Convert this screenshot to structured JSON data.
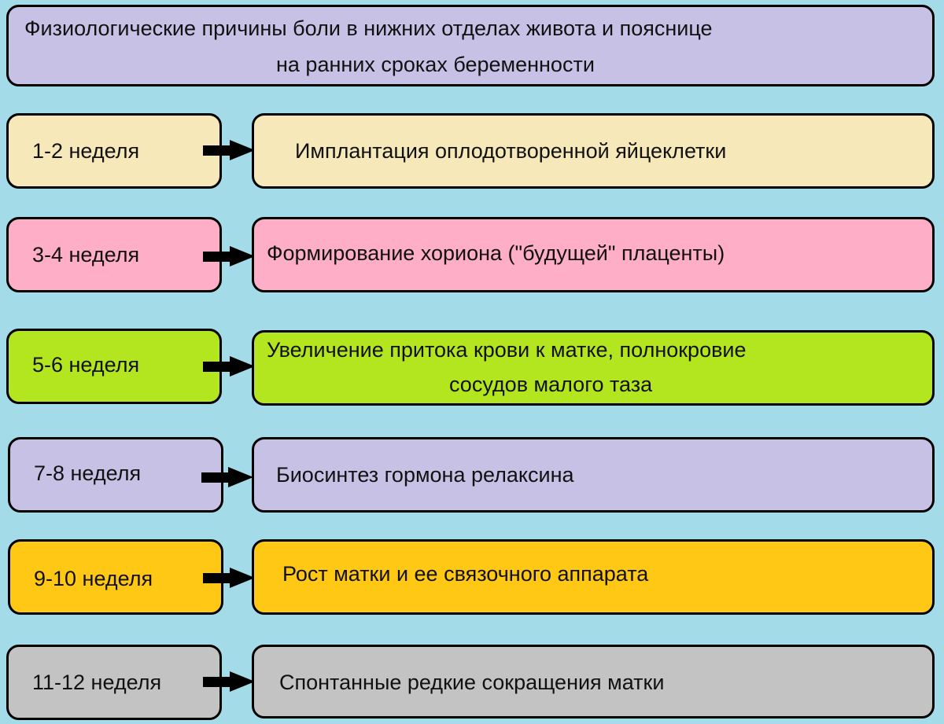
{
  "title": {
    "line1": "Физиологические причины боли в нижних отделах живота и пояснице",
    "line2": "на ранних сроках беременности"
  },
  "rows": [
    {
      "week": "1-2 неделя",
      "cause": "Имплантация оплодотворенной яйцеклетки",
      "color": "#f6e8b9"
    },
    {
      "week": "3-4 неделя",
      "cause": "Формирование хориона (\"будущей\" плаценты)",
      "color": "#ffaec8"
    },
    {
      "week": "5-6 неделя",
      "cause_line1": "Увеличение притока крови к матке, полнокровие",
      "cause_line2": "сосудов малого таза",
      "color": "#b4e61f"
    },
    {
      "week": "7-8 неделя",
      "cause": "Биосинтез гормона релаксина",
      "color": "#c8c1e6"
    },
    {
      "week": "9-10 неделя",
      "cause": "Рост матки и ее связочного аппарата",
      "color": "#ffc814"
    },
    {
      "week": "11-12 неделя",
      "cause": "Спонтанные редкие сокращения матки",
      "color": "#c3c3c3"
    }
  ],
  "icons": {
    "connector": "arrow-right-icon"
  }
}
